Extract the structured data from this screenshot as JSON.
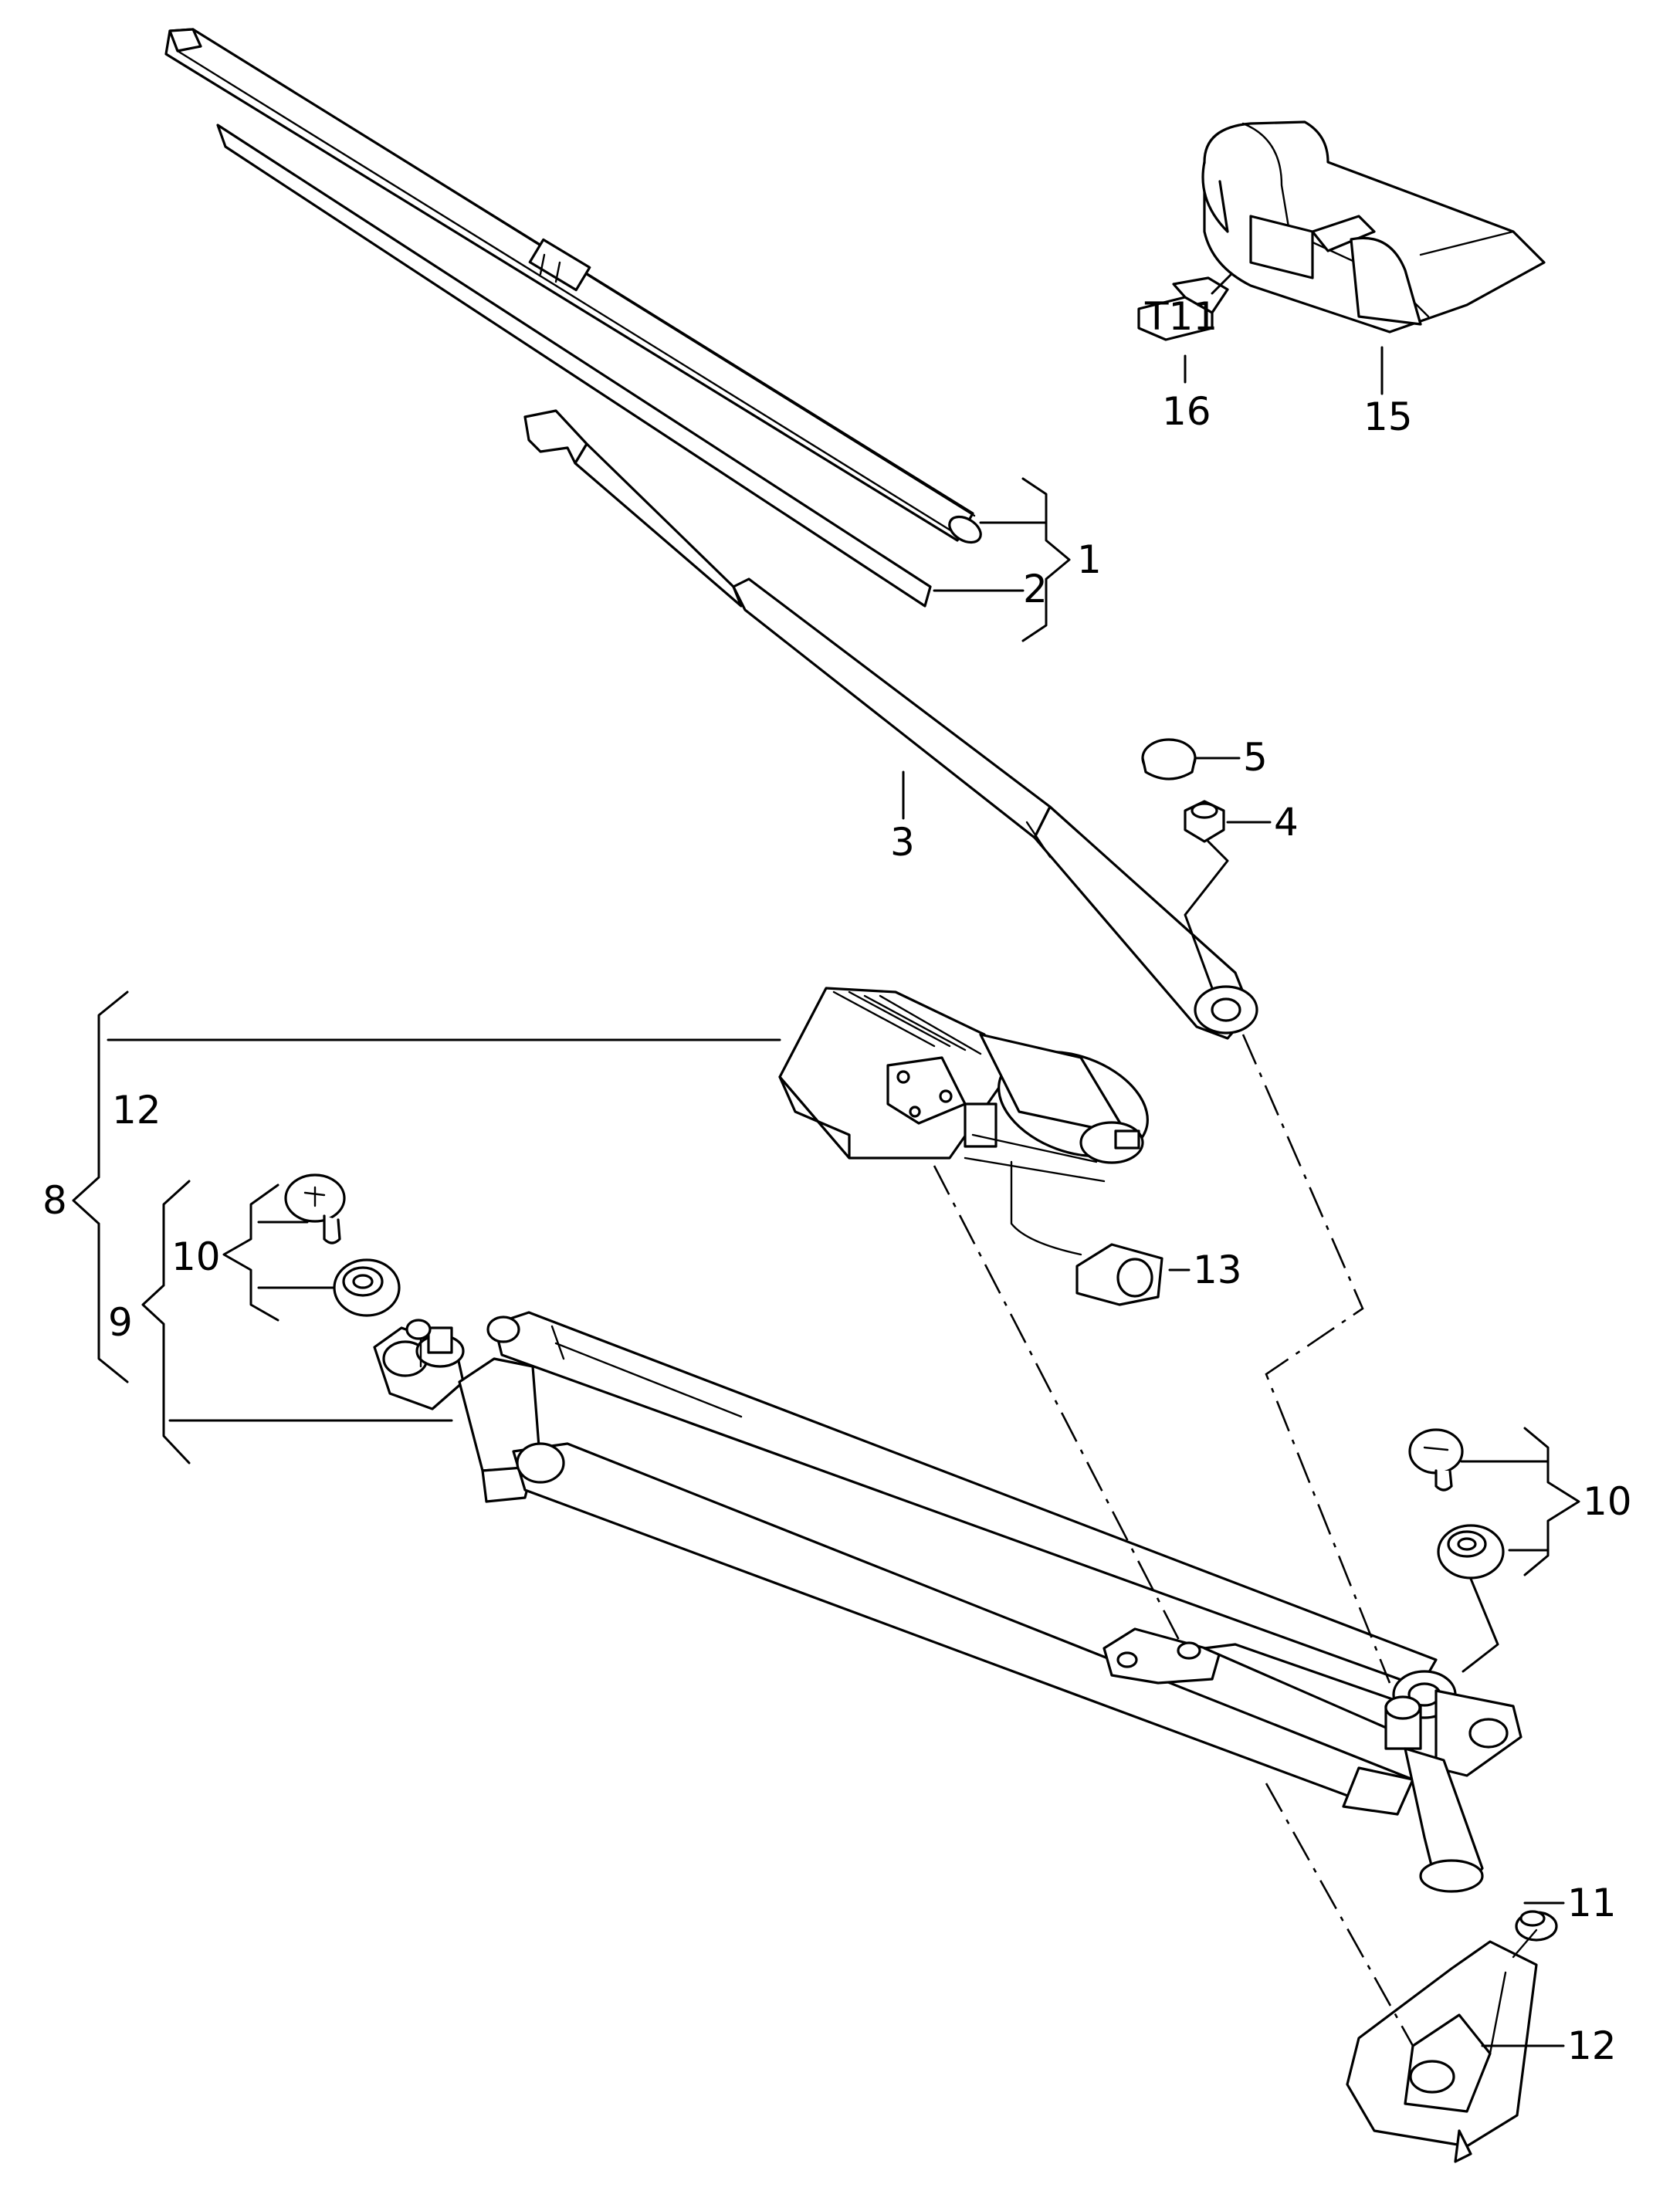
{
  "figure": "windshield wiper system exploded parts diagram",
  "callouts": {
    "c1": "1",
    "c2": "2",
    "c3": "3",
    "c4": "4",
    "c5": "5",
    "c8": "8",
    "c9": "9",
    "c10_left": "10",
    "c10_right": "10",
    "c11": "11",
    "c12_top": "12",
    "c12_bottom": "12",
    "c13": "13",
    "c15": "15",
    "c16": "16"
  },
  "connector_label": "T11"
}
